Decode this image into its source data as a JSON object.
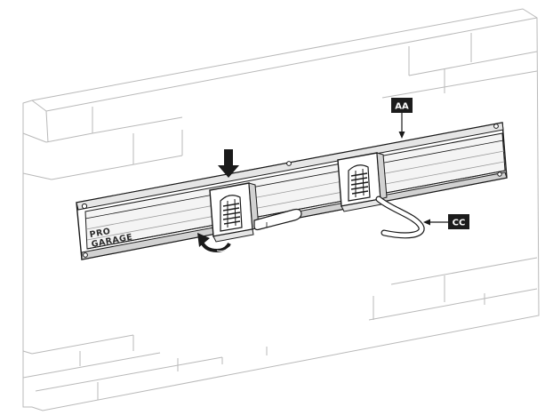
{
  "colors": {
    "wall_line": "#b9b9b9",
    "ink": "#1a1a1a",
    "rail_face": "#f4f4f4",
    "rail_shadow": "#d2d2d2",
    "callout_bg": "#1c1c1c",
    "callout_text": "#ffffff"
  },
  "callouts": {
    "rail": "AA",
    "hook": "CC"
  },
  "logo": {
    "line1": "PRO",
    "line2": "GARAGE"
  },
  "icons": {
    "push_arrow": "down-arrow-icon",
    "rotate_arrow": "rotate-arrow-icon"
  }
}
